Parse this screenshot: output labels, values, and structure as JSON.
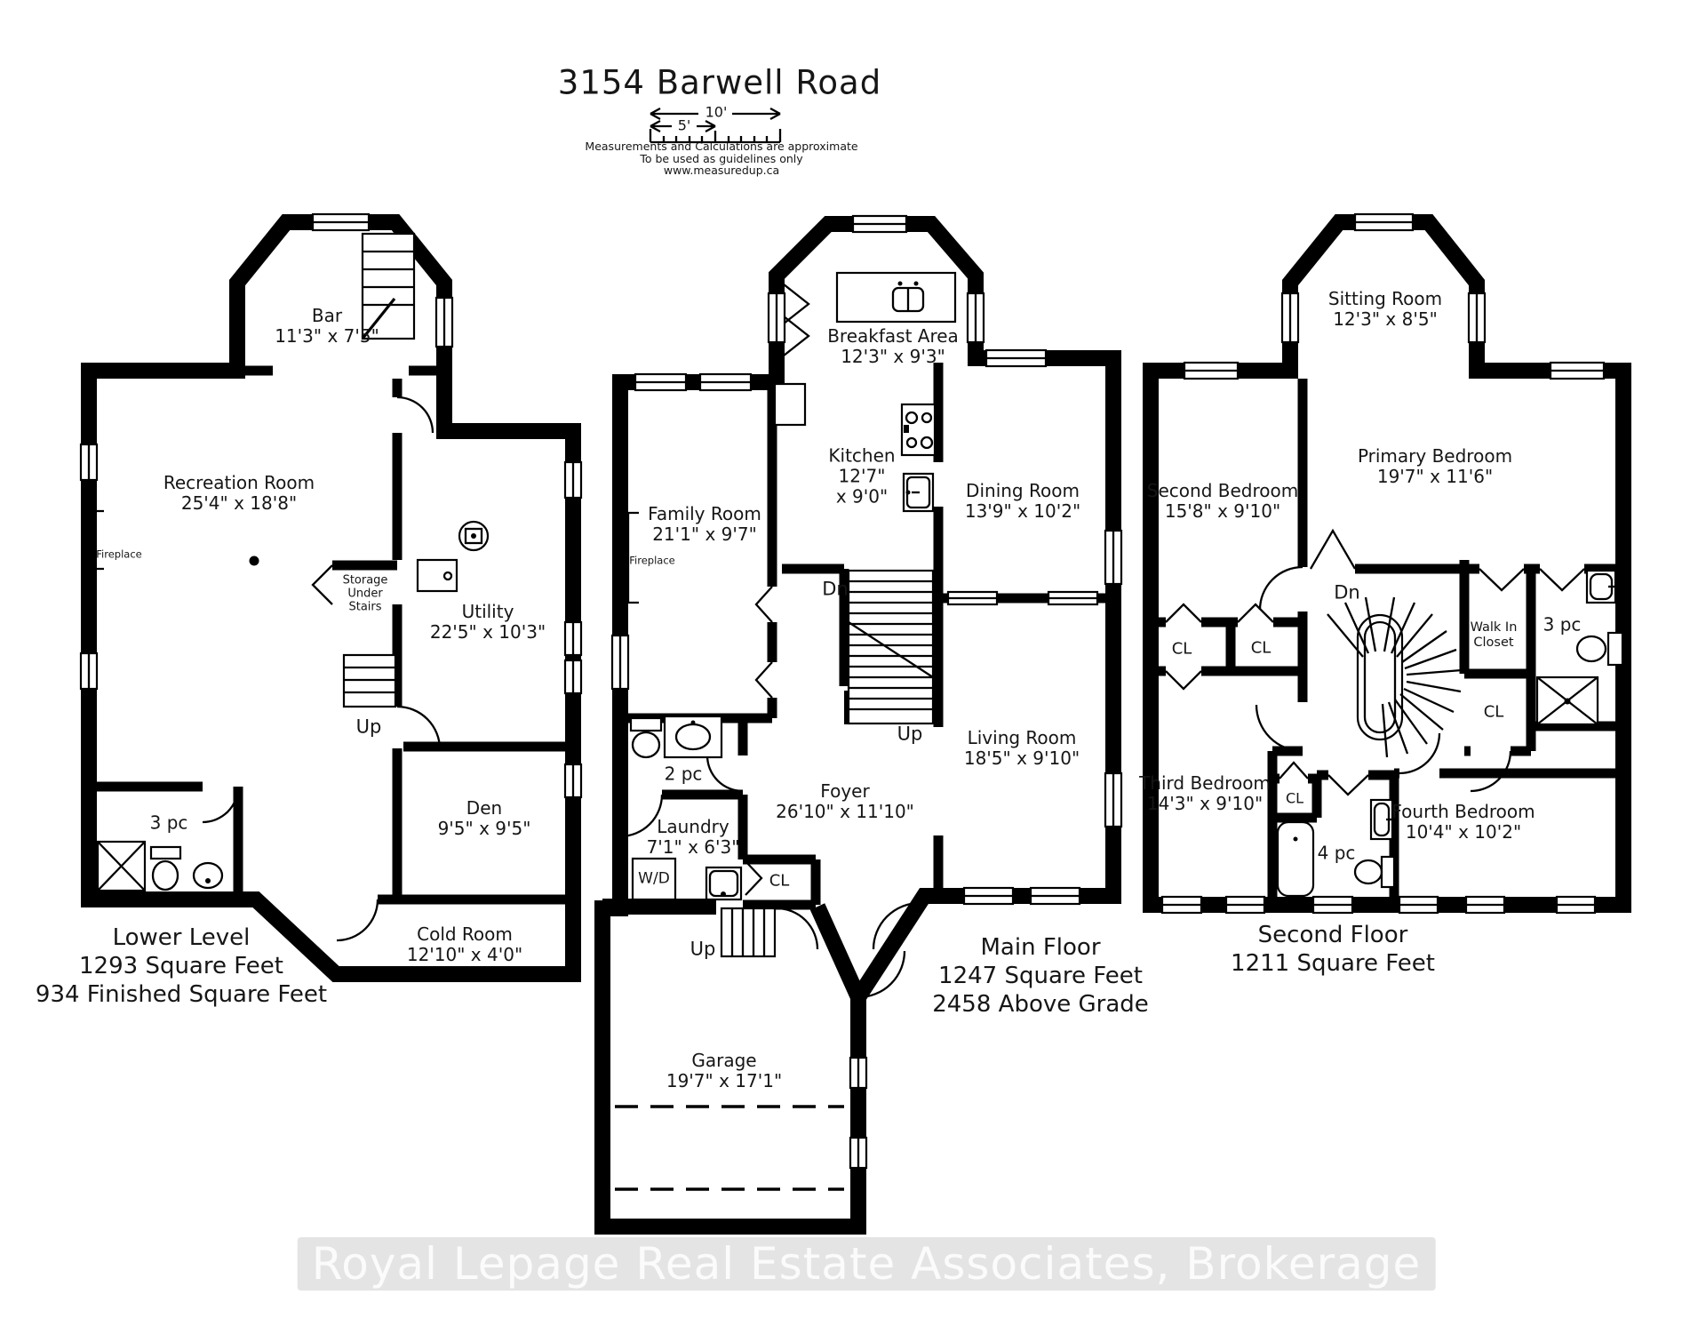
{
  "header": {
    "title": "3154 Barwell Road",
    "scale": {
      "ten": "10'",
      "five": "5'"
    },
    "disclaimer": [
      "Measurements and Calculations are approximate",
      "To be used as guidelines only",
      "www.measuredup.ca"
    ]
  },
  "watermark": "Royal Lepage Real Estate Associates, Brokerage",
  "plans": {
    "lower": {
      "caption": [
        "Lower Level",
        "1293 Square Feet",
        "934 Finished Square Feet"
      ],
      "rooms": {
        "bar": {
          "name": "Bar",
          "dims": "11'3\" x 7'5\""
        },
        "recreation": {
          "name": "Recreation Room",
          "dims": "25'4\" x 18'8\""
        },
        "fireplace": "Fireplace",
        "storage": [
          "Storage",
          "Under",
          "Stairs"
        ],
        "utility": {
          "name": "Utility",
          "dims": "22'5\" x 10'3\""
        },
        "up": "Up",
        "den": {
          "name": "Den",
          "dims": "9'5\" x 9'5\""
        },
        "bath3pc": "3 pc",
        "cold": {
          "name": "Cold Room",
          "dims": "12'10\" x 4'0\""
        }
      }
    },
    "main": {
      "caption": [
        "Main Floor",
        "1247 Square Feet",
        "2458 Above Grade"
      ],
      "rooms": {
        "breakfast": {
          "name": "Breakfast Area",
          "dims": "12'3\" x 9'3\""
        },
        "family": {
          "name": "Family Room",
          "dims": "21'1\" x 9'7\""
        },
        "fireplace": "Fireplace",
        "kitchen": {
          "name": "Kitchen",
          "dims1": "12'7\"",
          "dims2": "x 9'0\""
        },
        "dining": {
          "name": "Dining Room",
          "dims": "13'9\" x 10'2\""
        },
        "dn": "Dn",
        "up": "Up",
        "bath2pc": "2 pc",
        "laundry": {
          "name": "Laundry",
          "dims": "7'1\" x 6'3\""
        },
        "wd": "W/D",
        "cl": "CL",
        "foyer": {
          "name": "Foyer",
          "dims": "26'10\" x 11'10\""
        },
        "living": {
          "name": "Living Room",
          "dims": "18'5\" x 9'10\""
        },
        "upGarage": "Up",
        "garage": {
          "name": "Garage",
          "dims": "19'7\" x 17'1\""
        }
      }
    },
    "second": {
      "caption": [
        "Second Floor",
        "1211 Square Feet"
      ],
      "rooms": {
        "sitting": {
          "name": "Sitting Room",
          "dims": "12'3\" x 8'5\""
        },
        "secondBr": {
          "name": "Second Bedroom",
          "dims": "15'8\" x 9'10\""
        },
        "primary": {
          "name": "Primary Bedroom",
          "dims": "19'7\" x 11'6\""
        },
        "dn": "Dn",
        "cl1": "CL",
        "cl2": "CL",
        "walkin": {
          "line1": "Walk In",
          "line2": "Closet"
        },
        "bath3pc": "3 pc",
        "cl3": "CL",
        "thirdBr": {
          "name": "Third Bedroom",
          "dims": "14'3\" x 9'10\""
        },
        "cl4": "CL",
        "bath4pc": "4 pc",
        "fourthBr": {
          "name": "Fourth Bedroom",
          "dims": "10'4\" x 10'2\""
        }
      }
    }
  }
}
